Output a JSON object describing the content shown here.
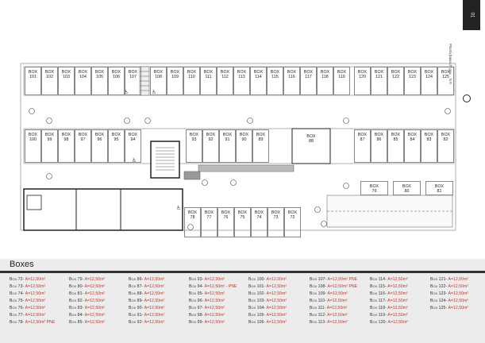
{
  "sheet": {
    "tab_text": "Planta baixa 2º pav. · N 0",
    "tab_number": "01"
  },
  "plan": {
    "top_row": [
      {
        "box": "BOX",
        "num": "101"
      },
      {
        "box": "BOX",
        "num": "102"
      },
      {
        "box": "BOX",
        "num": "103"
      },
      {
        "box": "BOX",
        "num": "104"
      },
      {
        "box": "BOX",
        "num": "105"
      },
      {
        "box": "BOX",
        "num": "106"
      },
      {
        "box": "BOX",
        "num": "107"
      },
      {
        "box": "BOX",
        "num": "108"
      },
      {
        "box": "BOX",
        "num": "109"
      },
      {
        "box": "BOX",
        "num": "110"
      },
      {
        "box": "BOX",
        "num": "111"
      },
      {
        "box": "BOX",
        "num": "112"
      },
      {
        "box": "BOX",
        "num": "113"
      },
      {
        "box": "BOX",
        "num": "114"
      },
      {
        "box": "BOX",
        "num": "115"
      },
      {
        "box": "BOX",
        "num": "116"
      },
      {
        "box": "BOX",
        "num": "117"
      },
      {
        "box": "BOX",
        "num": "118"
      },
      {
        "box": "BOX",
        "num": "119"
      },
      {
        "box": "BOX",
        "num": "120"
      },
      {
        "box": "BOX",
        "num": "121"
      },
      {
        "box": "BOX",
        "num": "122"
      },
      {
        "box": "BOX",
        "num": "123"
      },
      {
        "box": "BOX",
        "num": "124"
      },
      {
        "box": "BOX",
        "num": "125"
      }
    ],
    "middle_left": [
      {
        "box": "BOX",
        "num": "100"
      },
      {
        "box": "BOX",
        "num": "99"
      },
      {
        "box": "BOX",
        "num": "98"
      },
      {
        "box": "BOX",
        "num": "97"
      },
      {
        "box": "BOX",
        "num": "96"
      },
      {
        "box": "BOX",
        "num": "95"
      },
      {
        "box": "BOX",
        "num": "94"
      }
    ],
    "middle_center": [
      {
        "box": "BOX",
        "num": "93"
      },
      {
        "box": "BOX",
        "num": "92"
      },
      {
        "box": "BOX",
        "num": "91"
      },
      {
        "box": "BOX",
        "num": "90"
      },
      {
        "box": "BOX",
        "num": "89"
      }
    ],
    "box88": {
      "box": "BOX",
      "num": "88"
    },
    "middle_right": [
      {
        "box": "BOX",
        "num": "87"
      },
      {
        "box": "BOX",
        "num": "86"
      },
      {
        "box": "BOX",
        "num": "85"
      },
      {
        "box": "BOX",
        "num": "84"
      },
      {
        "box": "BOX",
        "num": "83"
      },
      {
        "box": "BOX",
        "num": "82"
      }
    ],
    "right_lower": [
      {
        "box": "BOX",
        "num": "79"
      },
      {
        "box": "BOX",
        "num": "80"
      },
      {
        "box": "BOX",
        "num": "81"
      }
    ],
    "bottom_row": [
      {
        "box": "BOX",
        "num": "78"
      },
      {
        "box": "BOX",
        "num": "77"
      },
      {
        "box": "BOX",
        "num": "76"
      },
      {
        "box": "BOX",
        "num": "75"
      },
      {
        "box": "BOX",
        "num": "74"
      },
      {
        "box": "BOX",
        "num": "73"
      },
      {
        "box": "BOX",
        "num": "72"
      }
    ]
  },
  "legend": {
    "title": "Boxes",
    "columns": [
      [
        "Box 72- A=12,50m²",
        "Box 73- A=12,50m²",
        "Box 74- A=12,50m²",
        "Box 75- A=12,50m²",
        "Box 76- A=12,50m²",
        "Box 77- A=12,50m²",
        "Box 78- A=12,50m² PNE"
      ],
      [
        "Box 79- A=12,50m²",
        "Box 80- A=12,50m²",
        "Box 81- A=12,50m²",
        "Box 82- A=12,50m²",
        "Box 83- A=12,50m²",
        "Box 84- A=12,50m²",
        "Box 85- A=12,50m²"
      ],
      [
        "Box 86- A=12,50m²",
        "Box 87- A=12,50m²",
        "Box 88- A=12,50m²",
        "Box 89- A=12,50m²",
        "Box 90- A=12,50m²",
        "Box 91- A=12,50m²",
        "Box 92- A=12,50m²"
      ],
      [
        "Box 93- A=12,50m²",
        "Box 94- A=12,50m² - PNE",
        "Box 95- A=12,50m²",
        "Box 96- A=12,50m²",
        "Box 97- A=12,50m²",
        "Box 98- A=12,50m²",
        "Box 99- A=12,50m²"
      ],
      [
        "Box 100- A=12,50m²",
        "Box 101- A=12,50m²",
        "Box 102- A=12,50m²",
        "Box 103- A=12,50m²",
        "Box 104- A=12,50m²",
        "Box 105- A=12,50m²",
        "Box 106- A=12,50m²"
      ],
      [
        "Box 107- A=12,50m² PNE",
        "Box 108- A=12,50m² PNE",
        "Box 109- A=12,50m²",
        "Box 110- A=12,50m²",
        "Box 111- A=12,50m²",
        "Box 112- A=12,50m²",
        "Box 113- A=12,50m²"
      ],
      [
        "Box 114- A=12,50m²",
        "Box 115- A=12,50m²",
        "Box 116- A=12,50m²",
        "Box 117- A=12,50m²",
        "Box 118- A=12,50m²",
        "Box 119- A=12,50m²",
        "Box 120- A=12,50m²"
      ],
      [
        "Box 121- A=12,50m²",
        "Box 122- A=12,50m²",
        "Box 123- A=12,50m²",
        "Box 124- A=12,50m²",
        "Box 125- A=12,50m²"
      ]
    ]
  }
}
